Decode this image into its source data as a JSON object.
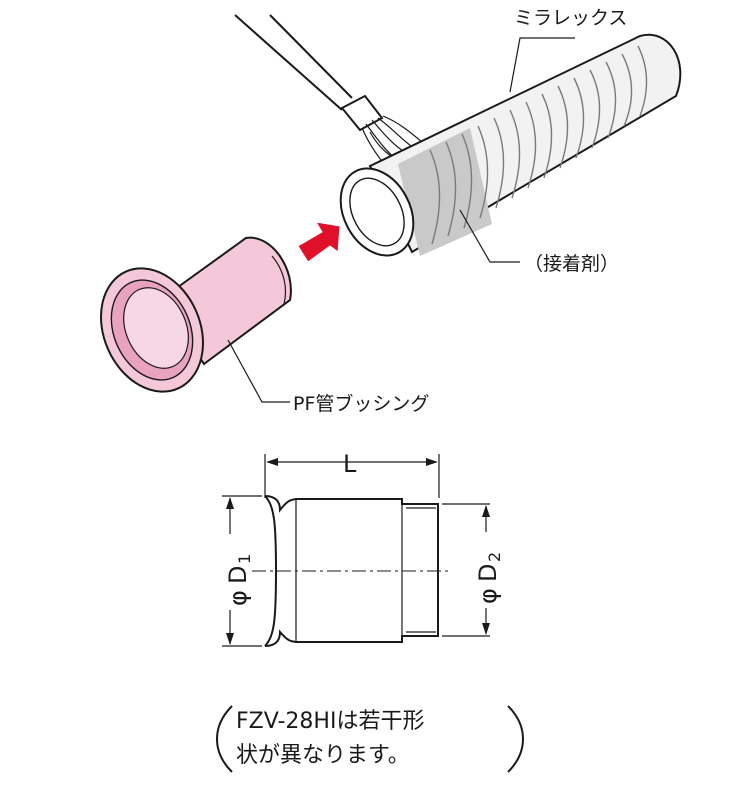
{
  "labels": {
    "miralex": "ミラレックス",
    "adhesive": "（接着剤）",
    "bushing": "PF管ブッシング"
  },
  "dimensions": {
    "length": "L",
    "d1_phi": "φ",
    "d1_main": "D",
    "d1_sub": "1",
    "d2_phi": "φ",
    "d2_main": "D",
    "d2_sub": "2"
  },
  "note": {
    "line1": "FZV-28HIは若干形",
    "line2": "状が異なります。"
  },
  "colors": {
    "bushing_fill": "#f4c8d8",
    "bushing_inner": "#eaa3bf",
    "adhesive_gray": "#c9c9c9",
    "arrow_red": "#e0102a",
    "line": "#1a1a1a"
  }
}
